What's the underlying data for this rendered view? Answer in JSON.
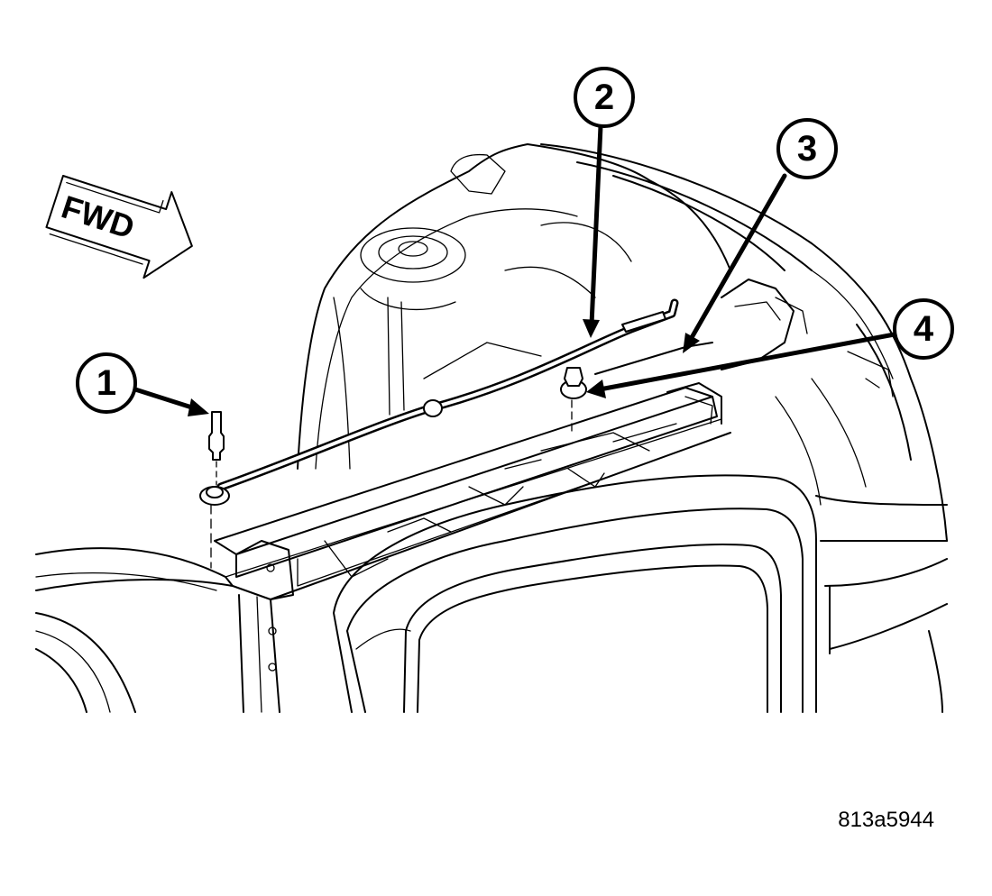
{
  "figure": {
    "id_label": "813a5944",
    "fwd_label": "FWD"
  },
  "callouts": [
    {
      "number": "1"
    },
    {
      "number": "2"
    },
    {
      "number": "3"
    },
    {
      "number": "4"
    }
  ]
}
